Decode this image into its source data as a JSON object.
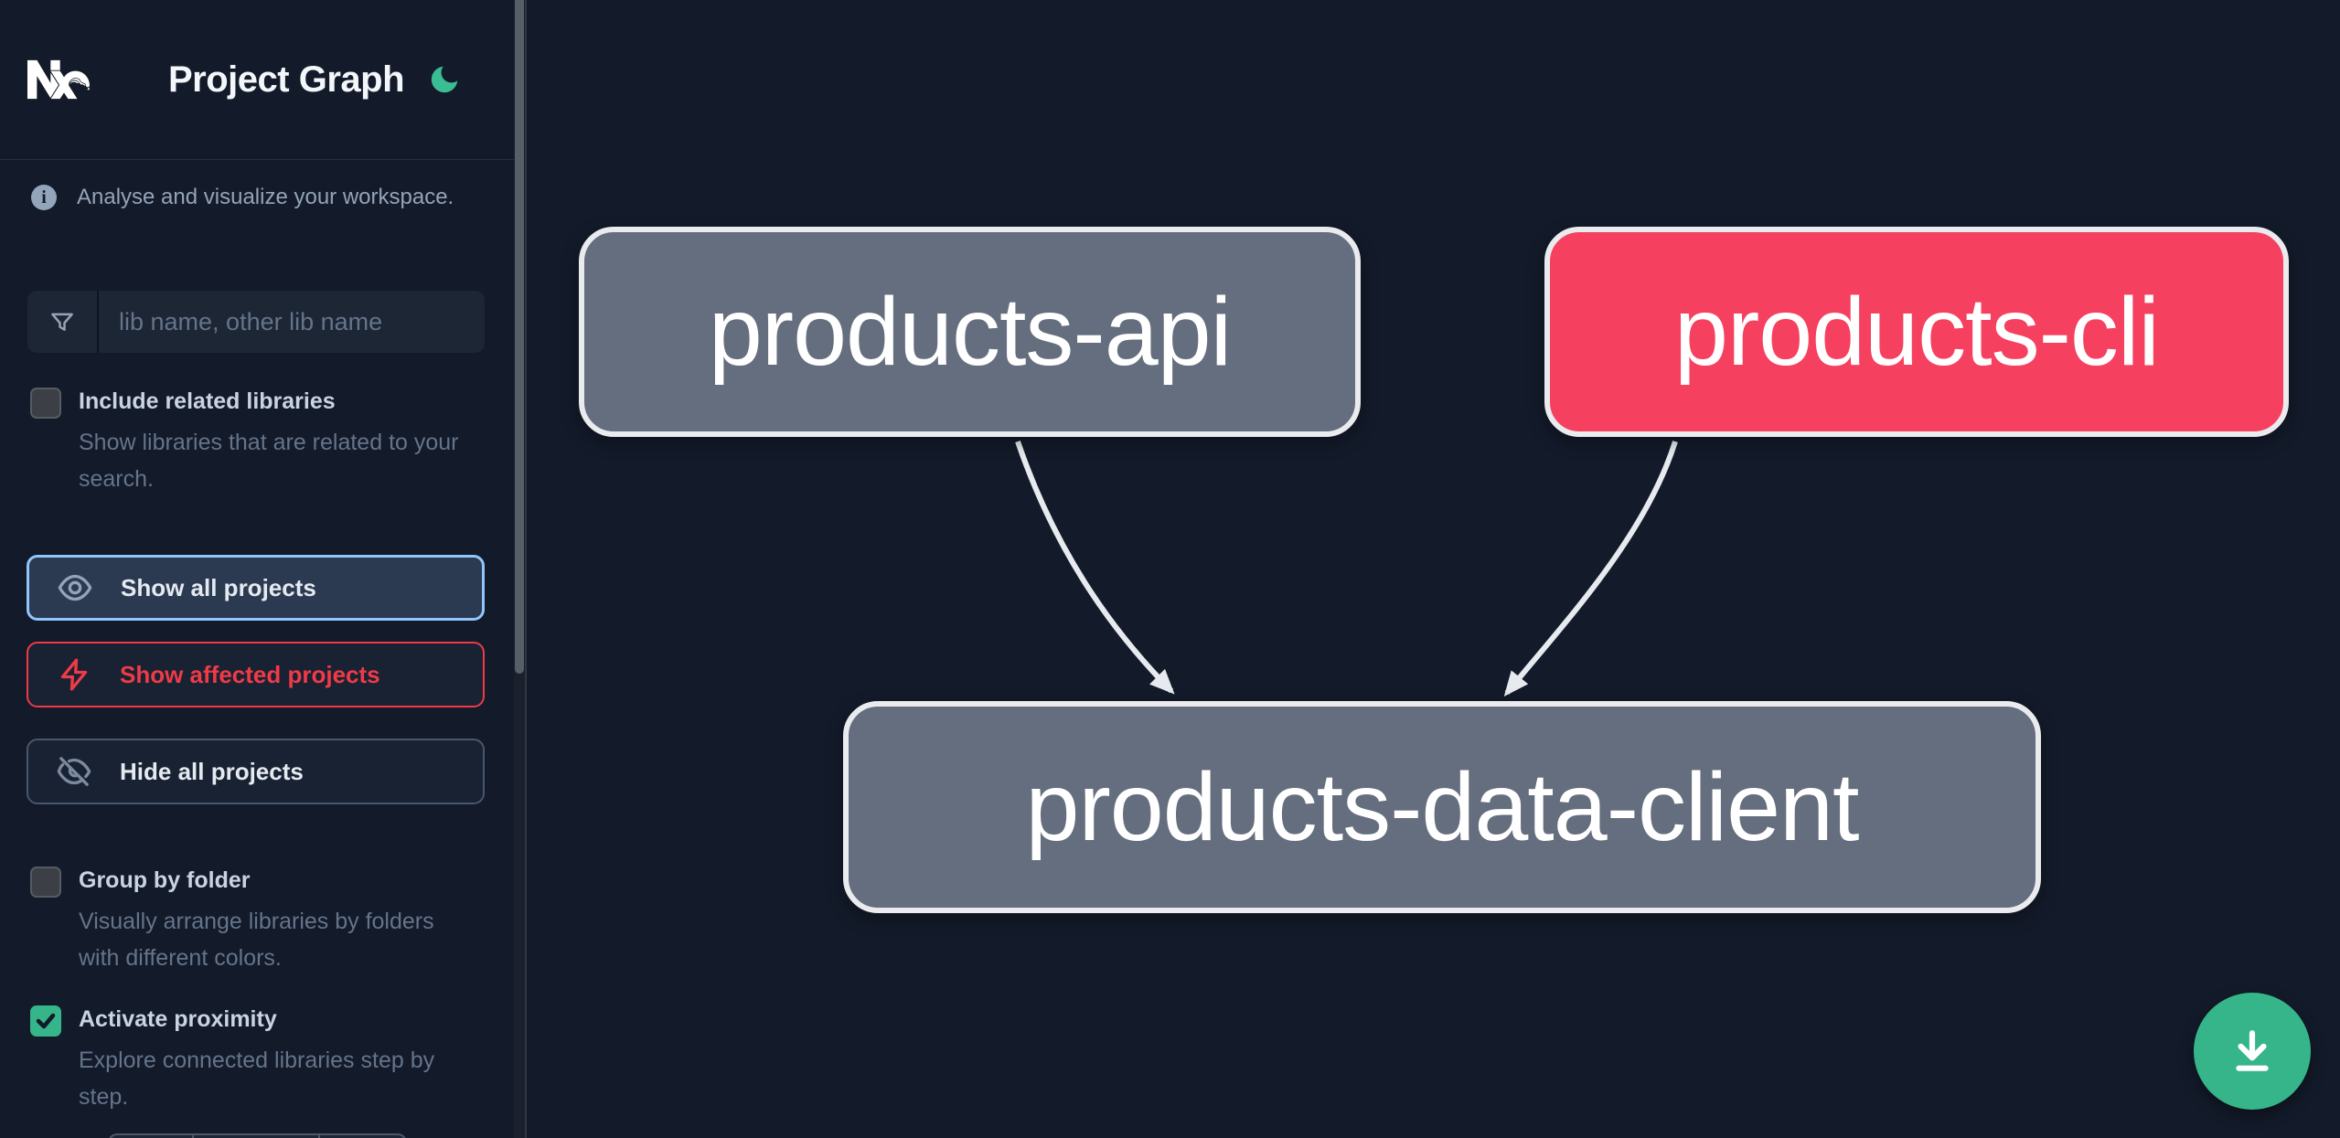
{
  "header": {
    "title": "Project Graph",
    "logo_icon": "nx-logo",
    "theme_toggle_icon": "moon-icon"
  },
  "sidebar": {
    "tagline": "Analyse and visualize your workspace.",
    "search": {
      "placeholder": "lib name, other lib name",
      "value": "",
      "icon": "funnel-icon"
    },
    "include_related": {
      "label": "Include related libraries",
      "description": "Show libraries that are related to your search.",
      "checked": false
    },
    "actions": {
      "show_all": {
        "label": "Show all projects",
        "icon": "eye-icon",
        "selected": true
      },
      "show_affected": {
        "label": "Show affected projects",
        "icon": "bolt-icon",
        "selected": false
      },
      "hide_all": {
        "label": "Hide all projects",
        "icon": "eye-off-icon",
        "selected": false
      }
    },
    "group_by_folder": {
      "label": "Group by folder",
      "description": "Visually arrange libraries by folders with different colors.",
      "checked": false
    },
    "activate_proximity": {
      "label": "Activate proximity",
      "description": "Explore connected libraries step by step.",
      "checked": true
    }
  },
  "graph": {
    "nodes": [
      {
        "id": "products-api",
        "label": "products-api",
        "highlighted": false
      },
      {
        "id": "products-cli",
        "label": "products-cli",
        "highlighted": true
      },
      {
        "id": "products-data-client",
        "label": "products-data-client",
        "highlighted": false
      }
    ],
    "edges": [
      {
        "source": "products-api",
        "target": "products-data-client"
      },
      {
        "source": "products-cli",
        "target": "products-data-client"
      }
    ]
  },
  "fab": {
    "icon": "download-icon"
  },
  "colors": {
    "background": "#131A29",
    "node_default": "#656E7E",
    "node_highlight": "#F5415F",
    "node_border": "#E9EBEE",
    "edge": "#E7EAEE",
    "accent_green": "#35B589",
    "focus_blue": "#93C5FD",
    "affected_red": "#EF3A47"
  }
}
